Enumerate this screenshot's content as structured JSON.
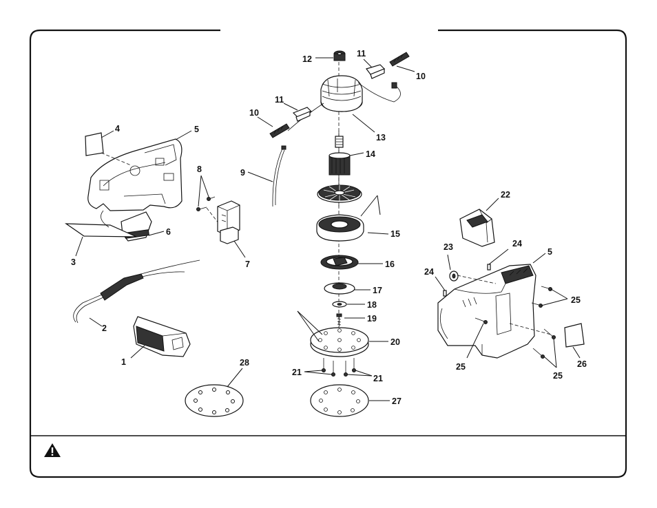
{
  "diagram": {
    "parts": [
      {
        "id": "p1",
        "label": "1"
      },
      {
        "id": "p2",
        "label": "2"
      },
      {
        "id": "p3",
        "label": "3"
      },
      {
        "id": "p4",
        "label": "4"
      },
      {
        "id": "p5a",
        "label": "5"
      },
      {
        "id": "p5b",
        "label": "5"
      },
      {
        "id": "p6",
        "label": "6"
      },
      {
        "id": "p7",
        "label": "7"
      },
      {
        "id": "p8",
        "label": "8"
      },
      {
        "id": "p9",
        "label": "9"
      },
      {
        "id": "p10a",
        "label": "10"
      },
      {
        "id": "p10b",
        "label": "10"
      },
      {
        "id": "p11a",
        "label": "11"
      },
      {
        "id": "p11b",
        "label": "11"
      },
      {
        "id": "p12",
        "label": "12"
      },
      {
        "id": "p13",
        "label": "13"
      },
      {
        "id": "p14",
        "label": "14"
      },
      {
        "id": "p15",
        "label": "15"
      },
      {
        "id": "p16",
        "label": "16"
      },
      {
        "id": "p17",
        "label": "17"
      },
      {
        "id": "p18",
        "label": "18"
      },
      {
        "id": "p19",
        "label": "19"
      },
      {
        "id": "p20",
        "label": "20"
      },
      {
        "id": "p21a",
        "label": "21"
      },
      {
        "id": "p21b",
        "label": "21"
      },
      {
        "id": "p22",
        "label": "22"
      },
      {
        "id": "p23",
        "label": "23"
      },
      {
        "id": "p24a",
        "label": "24"
      },
      {
        "id": "p24b",
        "label": "24"
      },
      {
        "id": "p25a",
        "label": "25"
      },
      {
        "id": "p25b",
        "label": "25"
      },
      {
        "id": "p25c",
        "label": "25"
      },
      {
        "id": "p26",
        "label": "26"
      },
      {
        "id": "p27",
        "label": "27"
      },
      {
        "id": "p28",
        "label": "28"
      }
    ]
  },
  "footer": {
    "warning_icon": "warning-triangle-icon",
    "warning_text": ""
  }
}
